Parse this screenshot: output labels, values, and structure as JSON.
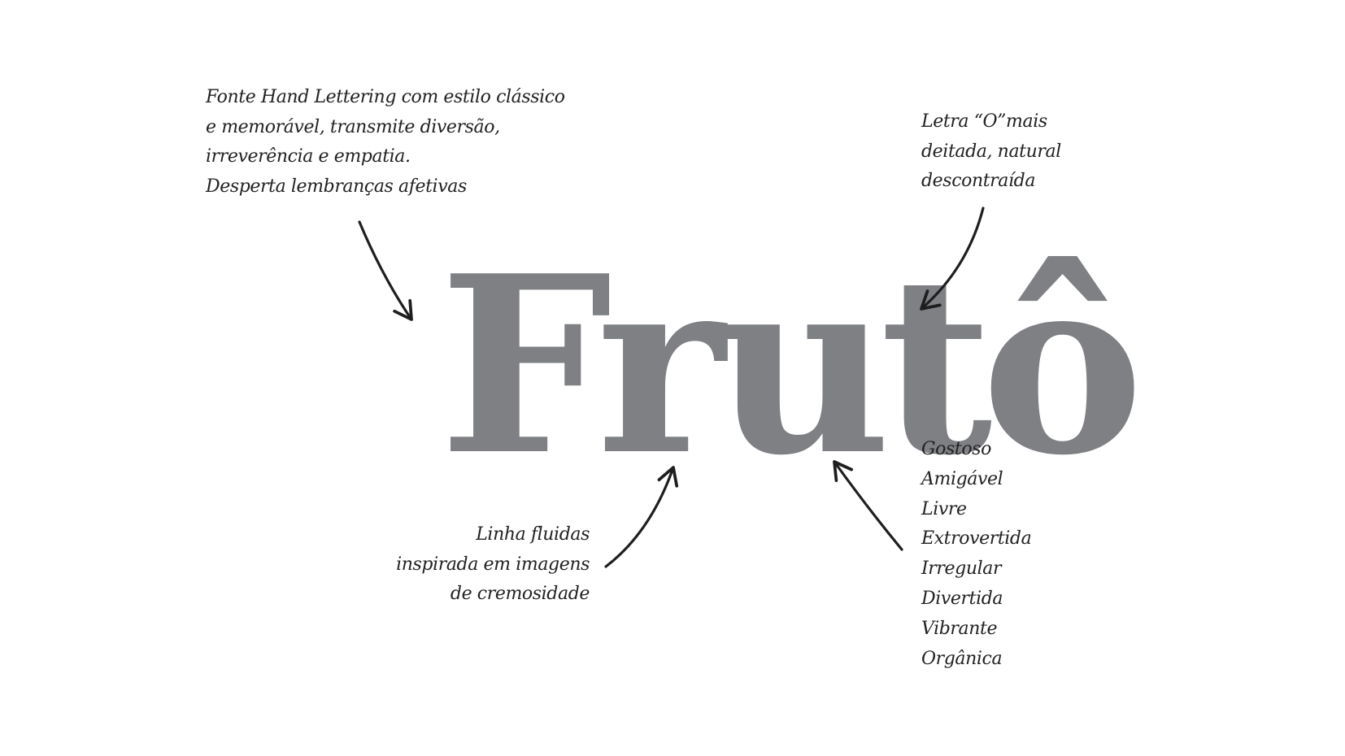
{
  "wordmark": {
    "text": "Frutô",
    "color": "#7f8084"
  },
  "annotations": {
    "top_left": {
      "lines": [
        "Fonte Hand Lettering com estilo clássico",
        "e memorável, transmite diversão,",
        "irreverência e empatia.",
        "Desperta lembranças afetivas"
      ]
    },
    "top_right": {
      "lines": [
        "Letra “O”mais",
        "deitada, natural",
        "descontraída"
      ]
    },
    "bottom_left": {
      "lines": [
        "Linha fluidas",
        "inspirada em imagens",
        "de cremosidade"
      ]
    },
    "bottom_right": {
      "lines": [
        "Gostoso",
        "Amigável",
        "Livre",
        "Extrovertida",
        "Irregular",
        "Divertida",
        "Vibrante",
        "Orgânica"
      ]
    }
  },
  "colors": {
    "text": "#222222",
    "arrow": "#1e1e1e",
    "background": "#ffffff"
  }
}
